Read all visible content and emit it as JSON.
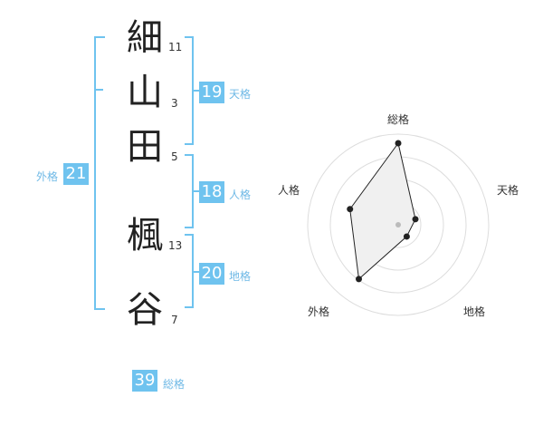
{
  "name": {
    "chars": [
      {
        "char": "細",
        "strokes": "11"
      },
      {
        "char": "山",
        "strokes": "3"
      },
      {
        "char": "田",
        "strokes": "5"
      },
      {
        "char": "楓",
        "strokes": "13"
      },
      {
        "char": "谷",
        "strokes": "7"
      }
    ]
  },
  "scores": {
    "tenkaku": {
      "value": "19",
      "label": "天格"
    },
    "jinkaku": {
      "value": "18",
      "label": "人格"
    },
    "chikaku": {
      "value": "20",
      "label": "地格"
    },
    "gaikaku": {
      "value": "21",
      "label": "外格"
    },
    "soukaku": {
      "value": "39",
      "label": "総格"
    }
  },
  "colors": {
    "accent": "#6fc3ef",
    "radar_fill": "#f0f0f0",
    "ring": "#dddddd"
  },
  "chart_data": {
    "type": "radar",
    "axes": [
      "総格",
      "天格",
      "地格",
      "外格",
      "人格"
    ],
    "values": [
      4.5,
      1.0,
      0.8,
      3.7,
      2.8
    ],
    "rmax": 5,
    "rings": 4
  }
}
